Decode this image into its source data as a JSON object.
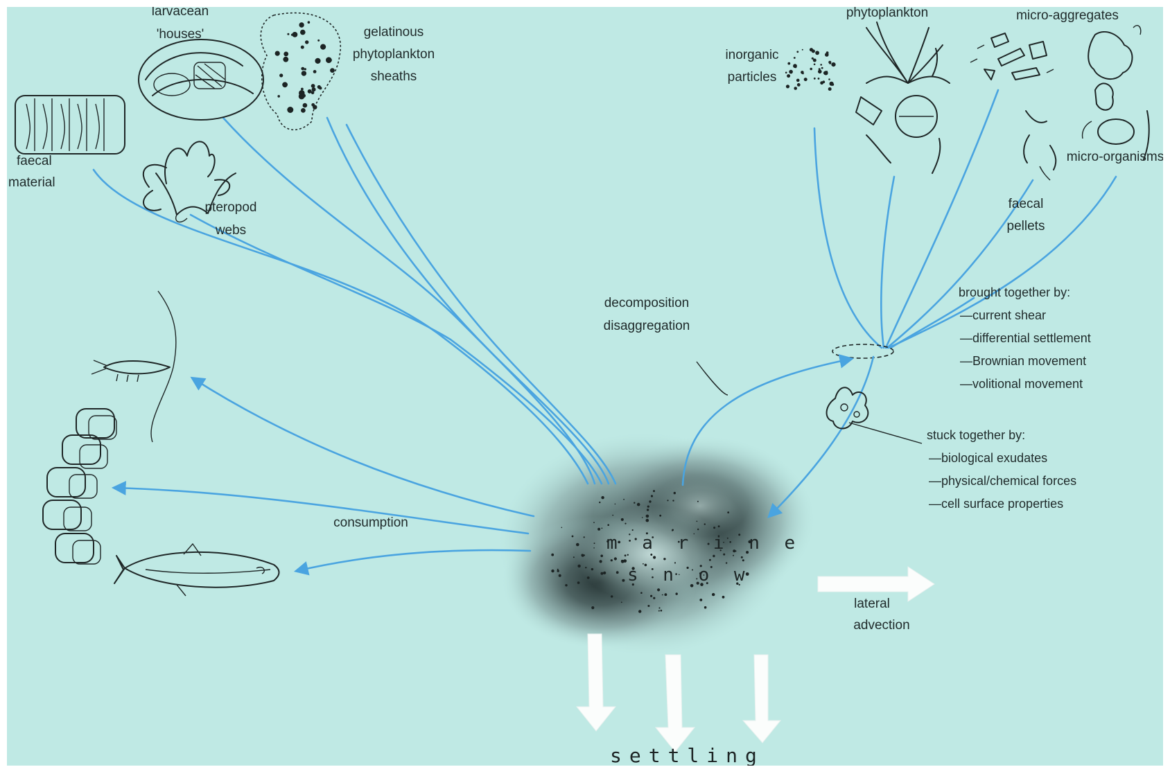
{
  "sources_left": {
    "larvacean": [
      "larvacean",
      "'houses'"
    ],
    "gelatinous": [
      "gelatinous",
      "phytoplankton",
      "sheaths"
    ],
    "faecal_material": [
      "faecal",
      "material"
    ],
    "pteropod": [
      "pteropod",
      "webs"
    ]
  },
  "sources_right": {
    "phytoplankton": "phytoplankton",
    "inorganic": [
      "inorganic",
      "particles"
    ],
    "micro_aggregates": "micro-aggregates",
    "micro_organisms": "micro-organisms",
    "faecal_pellets": [
      "faecal",
      "pellets"
    ]
  },
  "processes": {
    "decomposition": [
      "decomposition",
      "disaggregation"
    ],
    "consumption": "consumption",
    "lateral": [
      "lateral",
      "advection"
    ],
    "settling": "settling"
  },
  "brought_together": {
    "heading": "brought together by:",
    "items": [
      "—current shear",
      "—differential settlement",
      "—Brownian movement",
      "—volitional movement"
    ]
  },
  "stuck_together": {
    "heading": "stuck together by:",
    "items": [
      "—biological exudates",
      "—physical/chemical forces",
      "—cell surface properties"
    ]
  },
  "center": {
    "line1": "m a r i n e",
    "line2": "s n o w"
  },
  "colors": {
    "background": "#bfe9e4",
    "flow_arrow": "#4aa4e0",
    "ink": "#1e2626",
    "settling_arrow": "#fbfdfc"
  }
}
